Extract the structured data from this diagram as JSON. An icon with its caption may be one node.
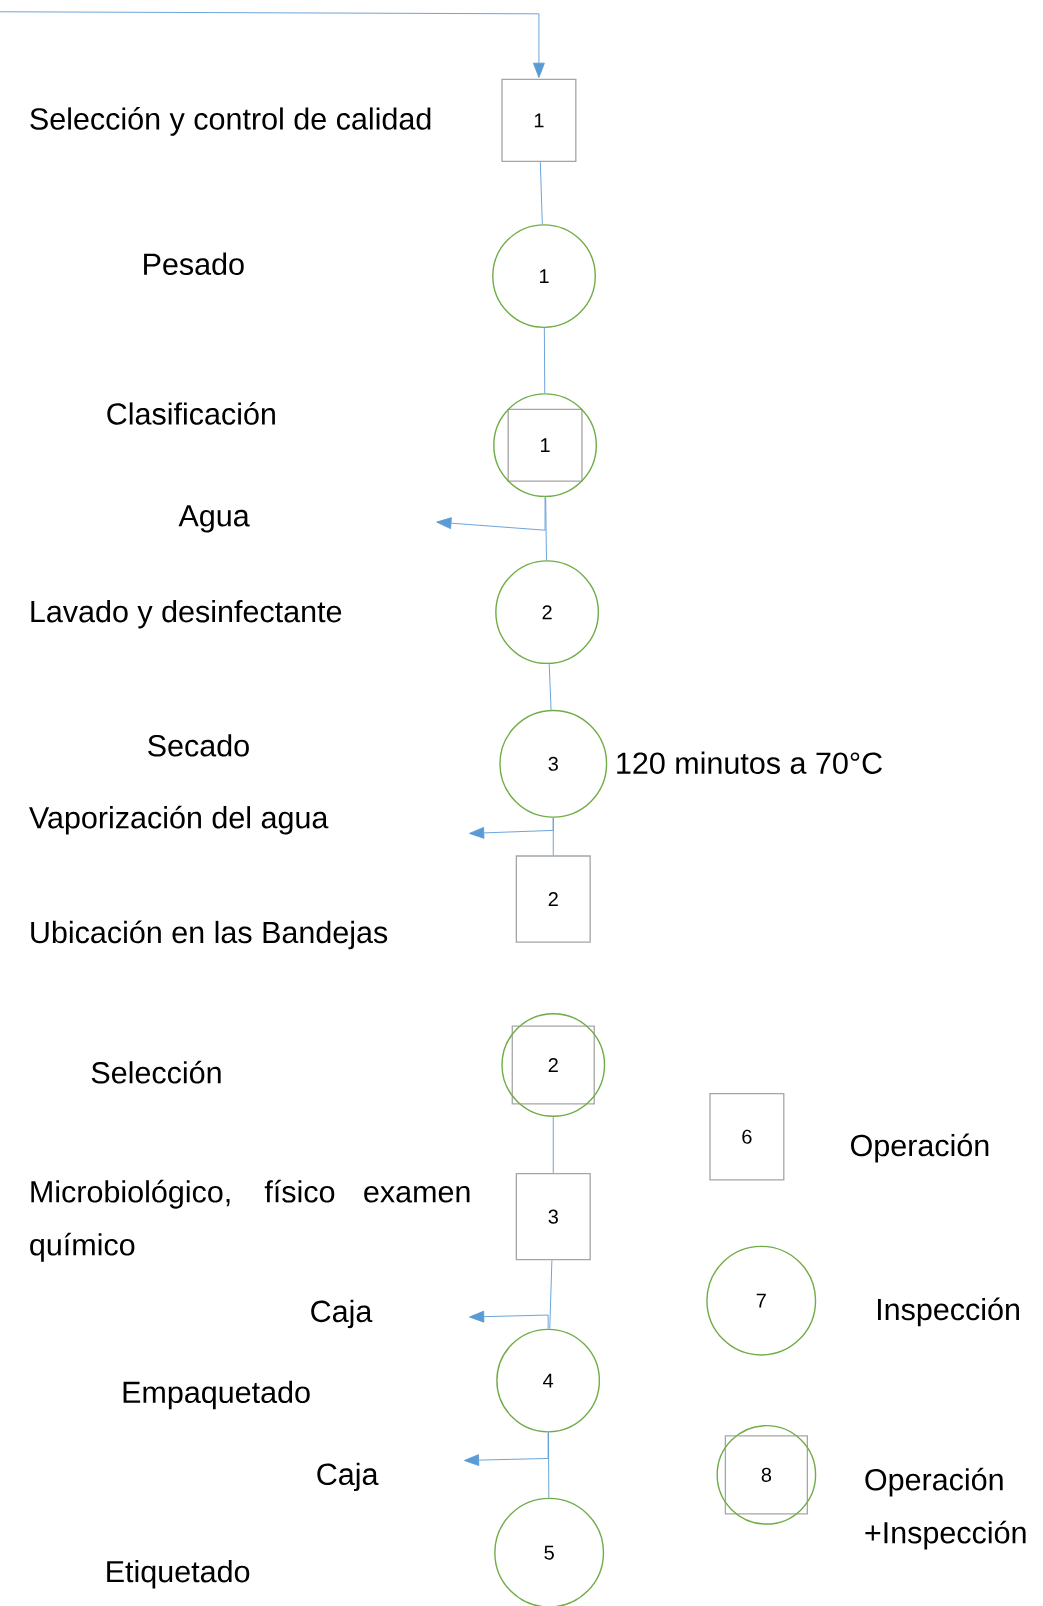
{
  "diagram": {
    "nodes": [
      {
        "text": [
          "1"
        ],
        "beside": [
          "Selección y control de calidad"
        ]
      },
      {
        "text": [
          "1"
        ]
      },
      {
        "text": [
          "1"
        ]
      },
      {
        "text": [
          "2"
        ]
      },
      {
        "text": [
          "3"
        ],
        "beside": [
          "120 minutos a 70°C"
        ]
      },
      {
        "text": [
          "2"
        ]
      },
      {
        "text": [
          "2"
        ]
      },
      {
        "text": [
          "3"
        ],
        "beside": [
          "Microbiológico, físico examen químico"
        ]
      },
      {
        "text": [
          "4"
        ]
      },
      {
        "text": [
          "5"
        ]
      },
      {
        "text": [
          "6"
        ],
        "beside": [
          "Operación"
        ]
      },
      {
        "text": [
          "7"
        ],
        "beside": [
          "Inspección"
        ]
      },
      {
        "text": [
          "8"
        ],
        "beside": [
          "Operación +Inspección"
        ]
      }
    ],
    "edges": [
      {
        "from": null,
        "to": 0,
        "arrow": "to"
      },
      {
        "from": 0,
        "to": 1,
        "arrow": "none"
      },
      {
        "from": 1,
        "to": 2,
        "arrow": "none"
      },
      {
        "from": 2,
        "to": 3,
        "arrow": "none"
      },
      {
        "from": 2,
        "to": null,
        "arrow": "to"
      },
      {
        "from": 3,
        "to": 4,
        "arrow": "none"
      },
      {
        "from": 4,
        "to": 5,
        "arrow": "none"
      },
      {
        "from": 4,
        "to": null,
        "arrow": "to"
      },
      {
        "from": 6,
        "to": 7,
        "arrow": "none"
      },
      {
        "from": 7,
        "to": 8,
        "arrow": "none"
      },
      {
        "from": 8,
        "to": null,
        "arrow": "to"
      },
      {
        "from": 8,
        "to": 9,
        "arrow": "none"
      },
      {
        "from": 8,
        "to": null,
        "arrow": "to"
      }
    ],
    "labels": [
      "Pesado",
      "Clasificación",
      "Agua",
      "Lavado y desinfectante",
      "Secado",
      "Vaporización del agua",
      "Ubicación en las Bandejas",
      "Selección",
      "Caja",
      "Empaquetado",
      "Caja",
      "Etiquetado"
    ]
  }
}
